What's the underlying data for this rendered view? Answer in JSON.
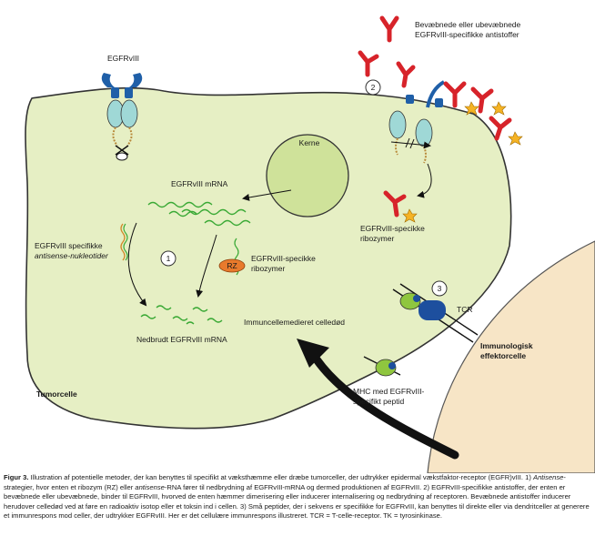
{
  "labels": {
    "egfrviii_top": "EGFRvIII",
    "antibodies": [
      "Bevæbnede eller ubevæbnede",
      "EGFRvIII-specifikke antistoffer"
    ],
    "kerne": "Kerne",
    "mrna": "EGFRvIII mRNA",
    "antisense": [
      "EGFRvIII specifikke",
      "antisense-nukleotider"
    ],
    "rz": "RZ",
    "ribozymer_left": [
      "EGFRvIII-specikke",
      "ribozymer"
    ],
    "ribozymer_right": [
      "EGFRvIII-specikke",
      "ribozymer"
    ],
    "nedbrudt": "Nedbrudt EGFRvIII mRNA",
    "immuncelle": "Immuncellemedieret celledød",
    "tcr": "TCR",
    "immunologisk": [
      "Immunologisk",
      "effektorcelle"
    ],
    "tumorcelle": "Tumorcelle",
    "mhc": [
      "MHC med EGFRvIII-",
      "specifikt peptid"
    ],
    "num1": "1",
    "num2": "2",
    "num3": "3"
  },
  "caption": {
    "fig_label": "Figur 3.",
    "text_1": " Illustration af potentielle metoder, der kan benyttes til specifikt at væksthæmme eller dræbe tumorceller, der udtrykker epidermal vækstfaktor-receptor (EGFR)vIII. 1) ",
    "italic_1": "Antisense",
    "text_2": "-strategier, hvor enten et ribozym (RZ) eller ",
    "italic_2": "antisense",
    "text_3": "-RNA fører til nedbrydning af EGFRvIII-mRNA og dermed produktionen af EGFRvIII. 2) EGFRvIII-specifikke antistoffer, der enten er bevæbnede eller ubevæbnede, binder til EGFRvIII, hvorved de enten hæmmer dimerisering eller inducerer internalisering og nedbrydning af receptoren. Bevæbnede antistoffer inducerer herudover celledød ved at føre en radioaktiv isotop eller et toksin ind i cellen. 3) Små peptider, der i sekvens er specifikke for EGFRvIII, kan benyttes til direkte eller via dendritceller at generere et immunrespons mod celler, der udtrykker EGFRvIII. Her er det cellulære immunrespons illustreret. TCR = T-celle-receptor. TK = tyrosinkinase."
  },
  "colors": {
    "cell_fill": "#e6efc4",
    "nucleus_fill": "#cfe29a",
    "effector_fill": "#f7e5c6",
    "rna_green": "#3aa935",
    "antibody_red": "#d7232a",
    "receptor_cyan": "#9fd8d6",
    "receptor_blue": "#1f5fa8",
    "rz_orange": "#e87a2c",
    "mhc_green": "#8fc63f",
    "tcr_blue": "#1d4f9e",
    "star_yellow": "#f5b324"
  }
}
